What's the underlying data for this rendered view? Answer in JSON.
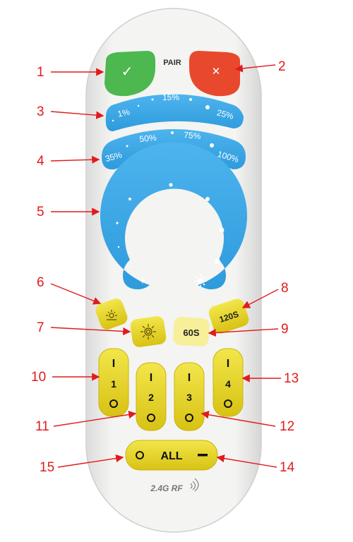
{
  "remote": {
    "pair_label": "PAIR",
    "confirm_symbol": "✓",
    "cancel_symbol": "✕",
    "brightness_row1": [
      "1%",
      "15%",
      "25%"
    ],
    "brightness_row2": [
      "35%",
      "50%",
      "75%",
      "100%"
    ],
    "timer_buttons": [
      "60S",
      "120S"
    ],
    "zone_on_symbol": "I",
    "zone_off_symbol": "O",
    "zones": [
      "1",
      "2",
      "3",
      "4"
    ],
    "all_label": "ALL",
    "all_on_symbol": "O",
    "all_off_symbol": "—",
    "frequency_label": "2.4G RF"
  },
  "callouts": [
    "1",
    "2",
    "3",
    "4",
    "5",
    "6",
    "7",
    "8",
    "9",
    "10",
    "11",
    "12",
    "13",
    "14",
    "15"
  ],
  "colors": {
    "confirm": "#4cb84f",
    "cancel": "#e8492d",
    "wheel": "#3aa8e6",
    "yellow": "#e6d21a",
    "callout": "#e11b1b"
  }
}
